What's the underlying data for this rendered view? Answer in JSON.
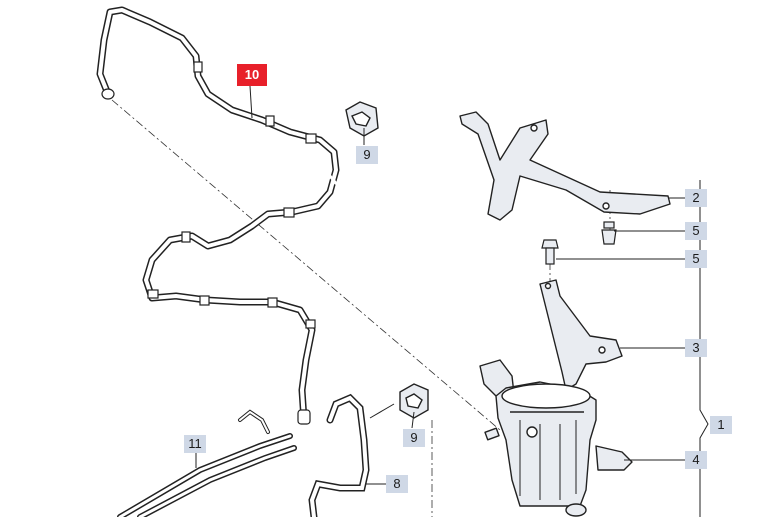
{
  "callouts": {
    "c1": "1",
    "c2": "2",
    "c3": "3",
    "c4": "4",
    "c5a": "5",
    "c5b": "5",
    "c8": "8",
    "c9a": "9",
    "c9b": "9",
    "c10": "10",
    "c11": "11"
  },
  "colors": {
    "highlight": "#e8202a",
    "label_bg": "#cfd8e6",
    "line": "#222222",
    "part_fill": "#e9ecf1"
  }
}
